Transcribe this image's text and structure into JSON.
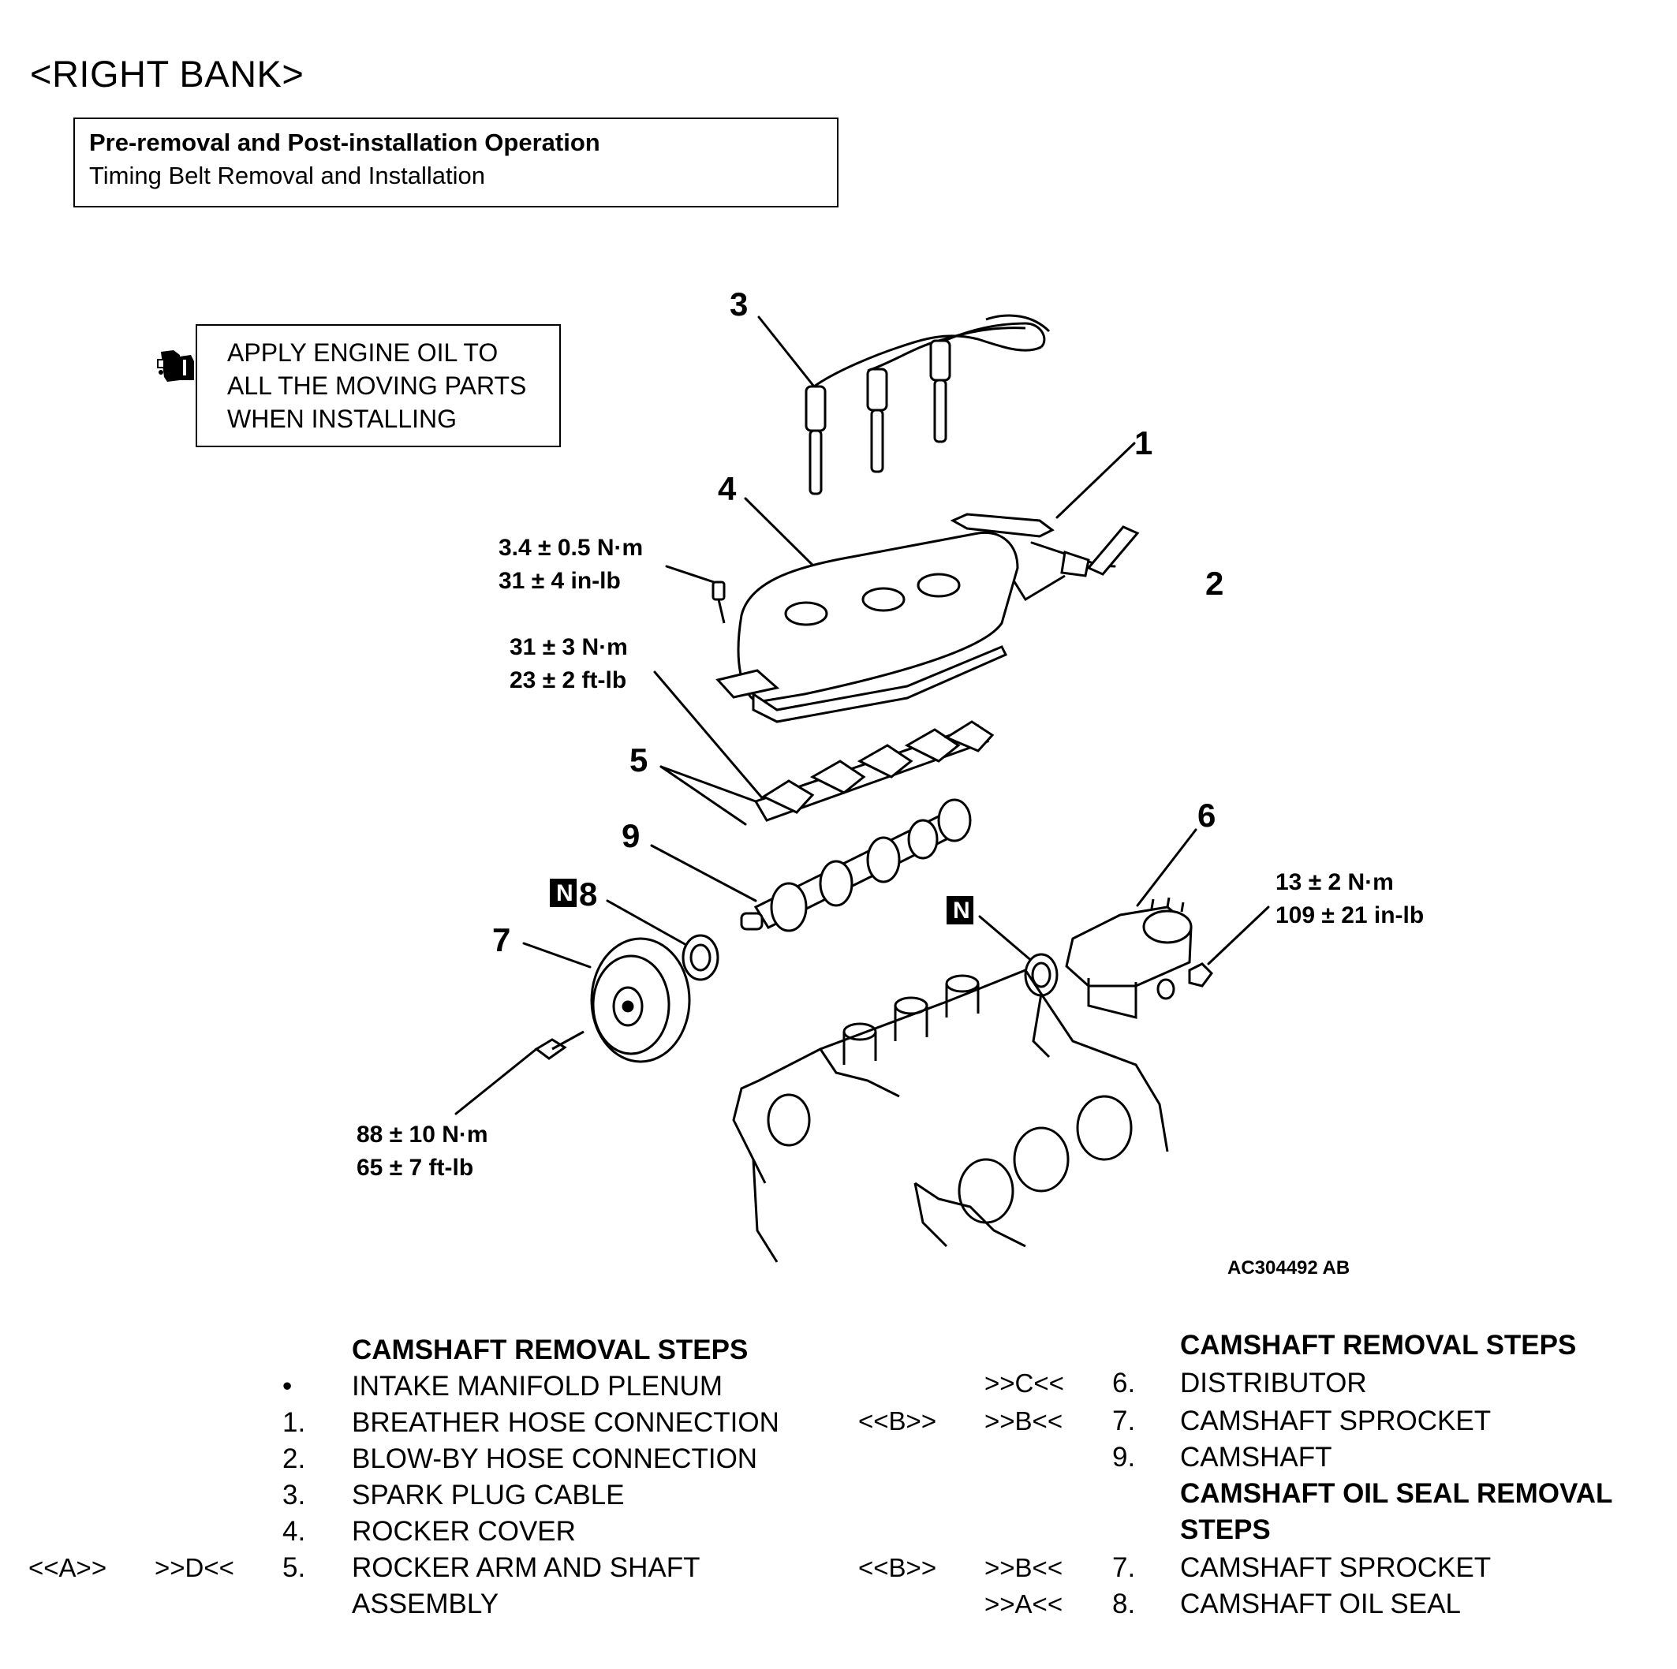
{
  "header": {
    "title": "<RIGHT BANK>"
  },
  "operation_box": {
    "title": "Pre-removal and Post-installation Operation",
    "item": "Timing Belt Removal and Installation"
  },
  "oil_note": {
    "icon": "oil-can-icon",
    "lines": [
      "APPLY ENGINE OIL TO",
      "ALL THE MOVING PARTS",
      "WHEN INSTALLING"
    ]
  },
  "callouts": {
    "c1": "1",
    "c2": "2",
    "c3": "3",
    "c4": "4",
    "c5": "5",
    "c6": "6",
    "c7": "7",
    "c8": "8",
    "c9": "9",
    "n_mark": "N"
  },
  "torques": {
    "rocker_cover_bolt": [
      "3.4 ± 0.5 N·m",
      "31 ± 4 in-lb"
    ],
    "rocker_shaft_bolt": [
      "31 ± 3 N·m",
      "23 ± 2 ft-lb"
    ],
    "distributor_nut": [
      "13 ± 2 N·m",
      "109 ± 21 in-lb"
    ],
    "sprocket_bolt": [
      "88 ± 10 N·m",
      "65 ± 7 ft-lb"
    ]
  },
  "figure_ref": "AC304492 AB",
  "steps_left": {
    "heading": "CAMSHAFT REMOVAL STEPS",
    "rows": [
      {
        "a": "",
        "b": "",
        "num": "•",
        "text": "INTAKE MANIFOLD PLENUM"
      },
      {
        "a": "",
        "b": "",
        "num": "1.",
        "text": "BREATHER HOSE CONNECTION"
      },
      {
        "a": "",
        "b": "",
        "num": "2.",
        "text": "BLOW-BY HOSE CONNECTION"
      },
      {
        "a": "",
        "b": "",
        "num": "3.",
        "text": "SPARK PLUG CABLE"
      },
      {
        "a": "",
        "b": "",
        "num": "4.",
        "text": "ROCKER COVER"
      },
      {
        "a": "<<A>>",
        "b": ">>D<<",
        "num": "5.",
        "text": "ROCKER ARM AND SHAFT"
      },
      {
        "a": "",
        "b": "",
        "num": "",
        "text": "ASSEMBLY"
      }
    ]
  },
  "steps_right": {
    "heading": "CAMSHAFT REMOVAL STEPS",
    "rows": [
      {
        "a": "",
        "b": ">>C<<",
        "num": "6.",
        "text": "DISTRIBUTOR"
      },
      {
        "a": "<<B>>",
        "b": ">>B<<",
        "num": "7.",
        "text": "CAMSHAFT SPROCKET"
      },
      {
        "a": "",
        "b": "",
        "num": "9.",
        "text": "CAMSHAFT"
      }
    ],
    "heading2": [
      "CAMSHAFT OIL SEAL REMOVAL",
      "STEPS"
    ],
    "rows2": [
      {
        "a": "<<B>>",
        "b": ">>B<<",
        "num": "7.",
        "text": "CAMSHAFT SPROCKET"
      },
      {
        "a": "",
        "b": ">>A<<",
        "num": "8.",
        "text": "CAMSHAFT OIL SEAL"
      }
    ]
  }
}
